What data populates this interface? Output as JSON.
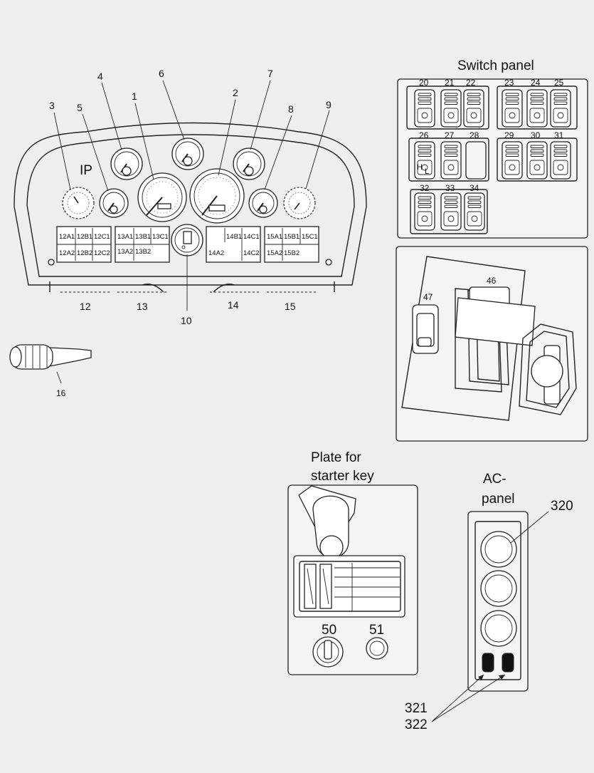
{
  "headings": {
    "switch_panel": "Switch panel",
    "ip": "IP",
    "starter_plate_line1": "Plate for",
    "starter_plate_line2": "starter key",
    "ac_line1": "AC-",
    "ac_line2": "panel"
  },
  "gauge_callouts": [
    "1",
    "2",
    "3",
    "4",
    "5",
    "6",
    "7",
    "8",
    "9",
    "10"
  ],
  "connector_callouts": [
    "12",
    "13",
    "14",
    "15",
    "16"
  ],
  "switch_callouts": [
    "20",
    "21",
    "22",
    "23",
    "24",
    "25",
    "26",
    "27",
    "28",
    "29",
    "30",
    "31",
    "32",
    "33",
    "34"
  ],
  "lever_callouts": [
    "46",
    "47"
  ],
  "starter_callouts": [
    "50",
    "51"
  ],
  "ac_callouts": [
    "320",
    "321",
    "322"
  ],
  "connector_labels": {
    "c12": [
      "12A1",
      "12B1",
      "12C1",
      "12A2",
      "12B2",
      "12C2"
    ],
    "c13": [
      "13A1",
      "13B1",
      "13C1",
      "13A2",
      "13B2"
    ],
    "c14": [
      "14B1",
      "14C1",
      "14A2",
      "14C2"
    ],
    "c15": [
      "15A1",
      "15B1",
      "15C1",
      "15A2",
      "15B2"
    ]
  },
  "switch_inner_letters": [
    "H",
    "L"
  ]
}
